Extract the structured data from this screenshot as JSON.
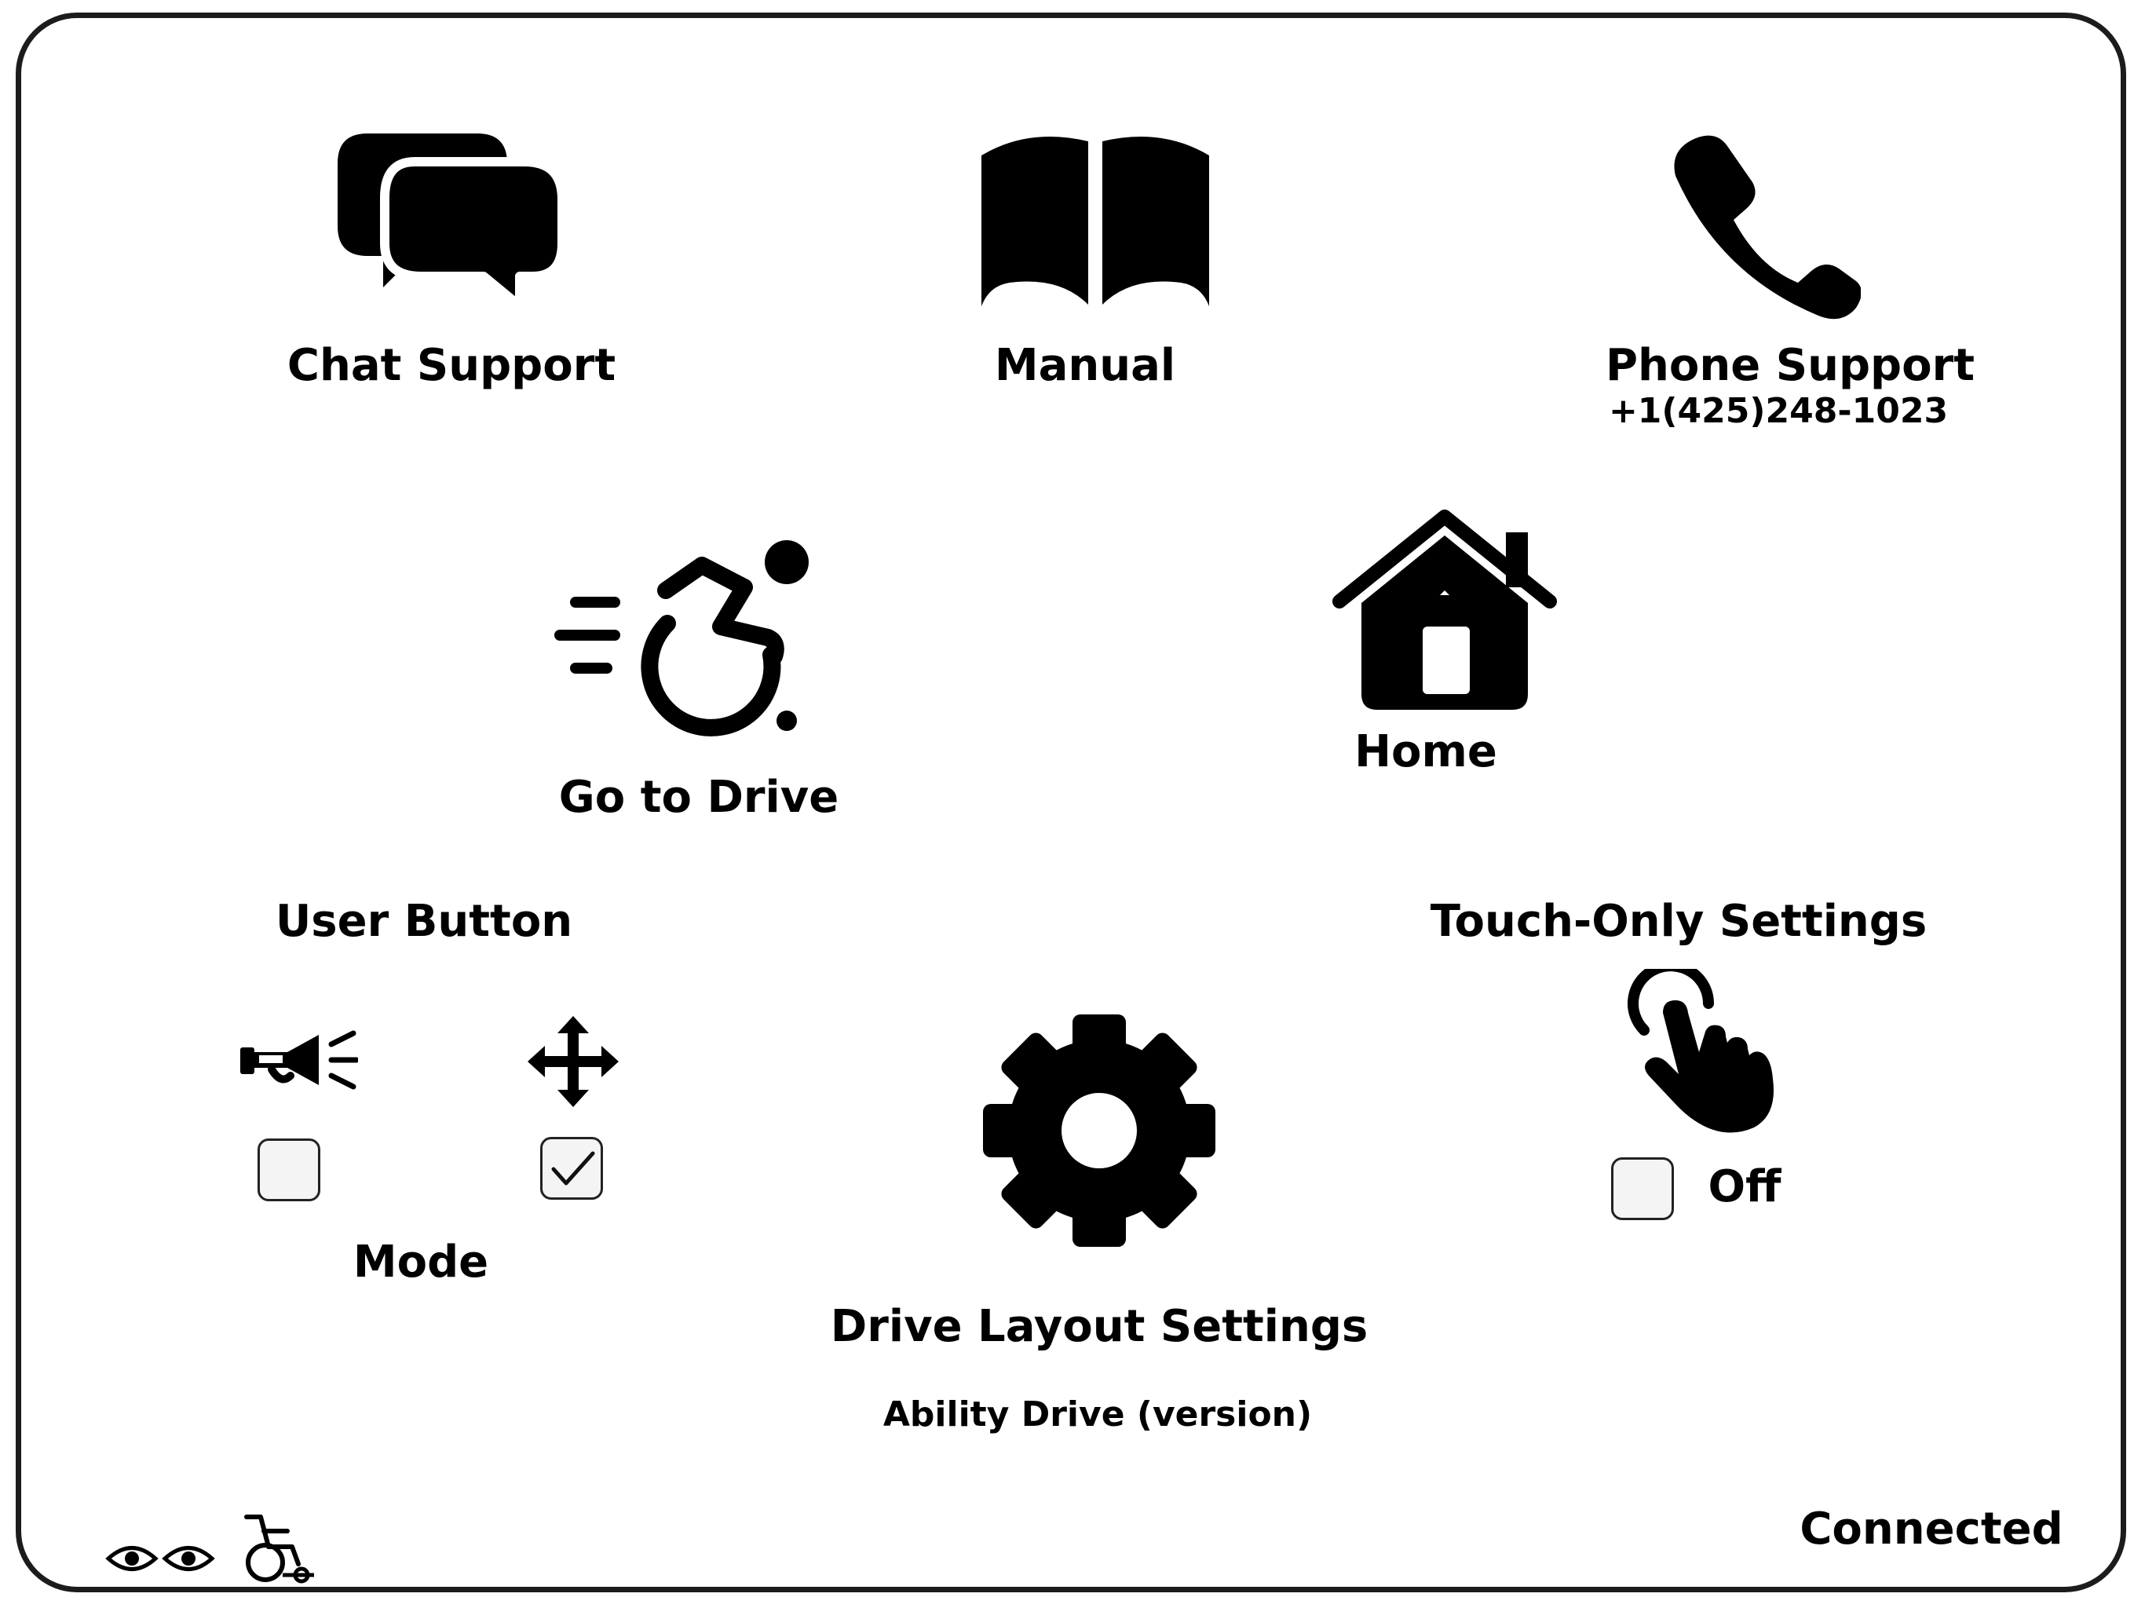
{
  "tiles": {
    "chat_support": {
      "label": "Chat Support",
      "icon": "chat-bubbles-icon"
    },
    "manual": {
      "label": "Manual",
      "icon": "open-book-icon"
    },
    "phone_support": {
      "label": "Phone Support",
      "number": "+1(425)248-1023",
      "icon": "phone-icon"
    },
    "go_to_drive": {
      "label": "Go to Drive",
      "icon": "wheelchair-motion-icon"
    },
    "home": {
      "label": "Home",
      "icon": "house-icon"
    },
    "drive_layout_settings": {
      "label": "Drive Layout Settings",
      "icon": "gear-icon"
    }
  },
  "user_button": {
    "title": "User Button",
    "horn_icon": "horn-icon",
    "move_icon": "move-arrows-icon",
    "horn_checked": false,
    "move_checked": true,
    "mode_label": "Mode"
  },
  "touch_only": {
    "title": "Touch-Only Settings",
    "icon": "touch-hand-icon",
    "checked": false,
    "state_label": "Off"
  },
  "footer": {
    "version": "Ability Drive (version)",
    "status": "Connected",
    "left_icons": [
      "eyes-icon",
      "wheelchair-outline-icon"
    ]
  }
}
